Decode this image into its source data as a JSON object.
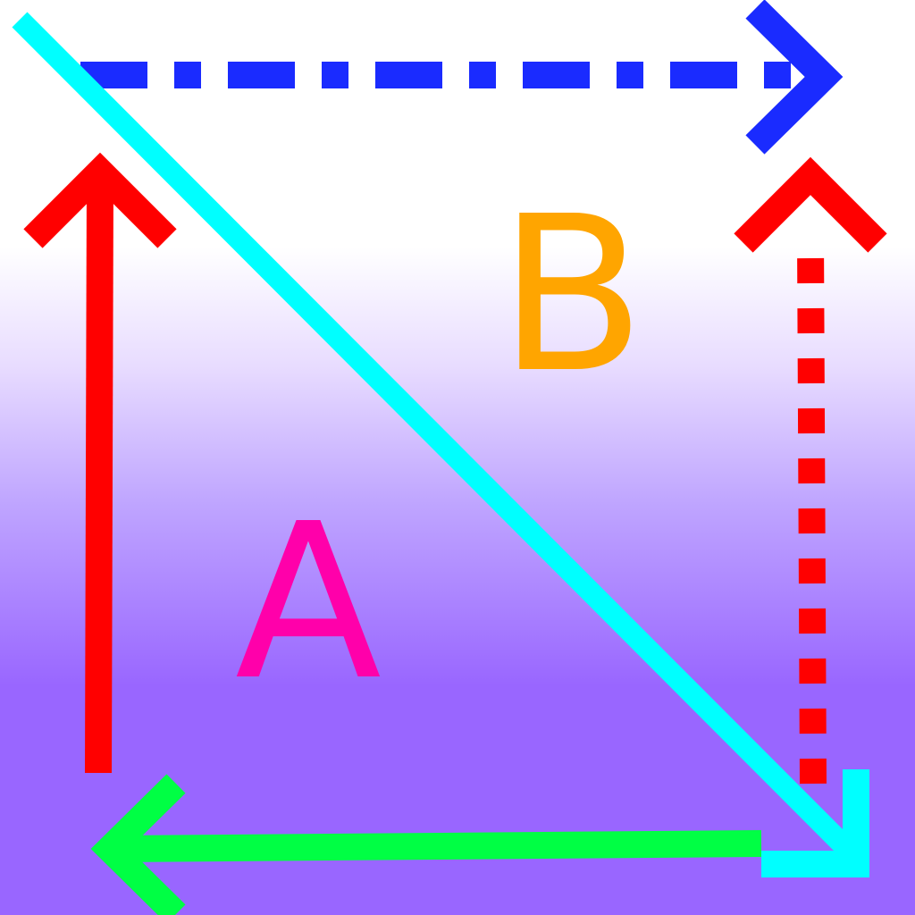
{
  "labels": {
    "a": "A",
    "b": "B"
  },
  "colors": {
    "background_top": "#FFFFFF",
    "background_mid": "#E8DCFF",
    "background_low": "#BFA5FF",
    "background_bottom": "#9966FF",
    "label_a": "#FF00AA",
    "label_b": "#FFA500",
    "red_arrow": "#FF0000",
    "blue_arrow": "#1A2BFF",
    "cyan_arrow": "#00FFFF",
    "green_arrow": "#00FF44"
  },
  "elements": {
    "left_arrow": {
      "direction": "up",
      "style": "solid",
      "color_key": "red_arrow"
    },
    "top_arrow": {
      "direction": "right",
      "style": "dash-dot",
      "color_key": "blue_arrow"
    },
    "right_arrow": {
      "direction": "up",
      "style": "dotted",
      "color_key": "red_arrow"
    },
    "bottom_arrow": {
      "direction": "left",
      "style": "solid",
      "color_key": "green_arrow"
    },
    "diagonal_arrow": {
      "direction": "down-right",
      "style": "solid",
      "color_key": "cyan_arrow"
    }
  }
}
